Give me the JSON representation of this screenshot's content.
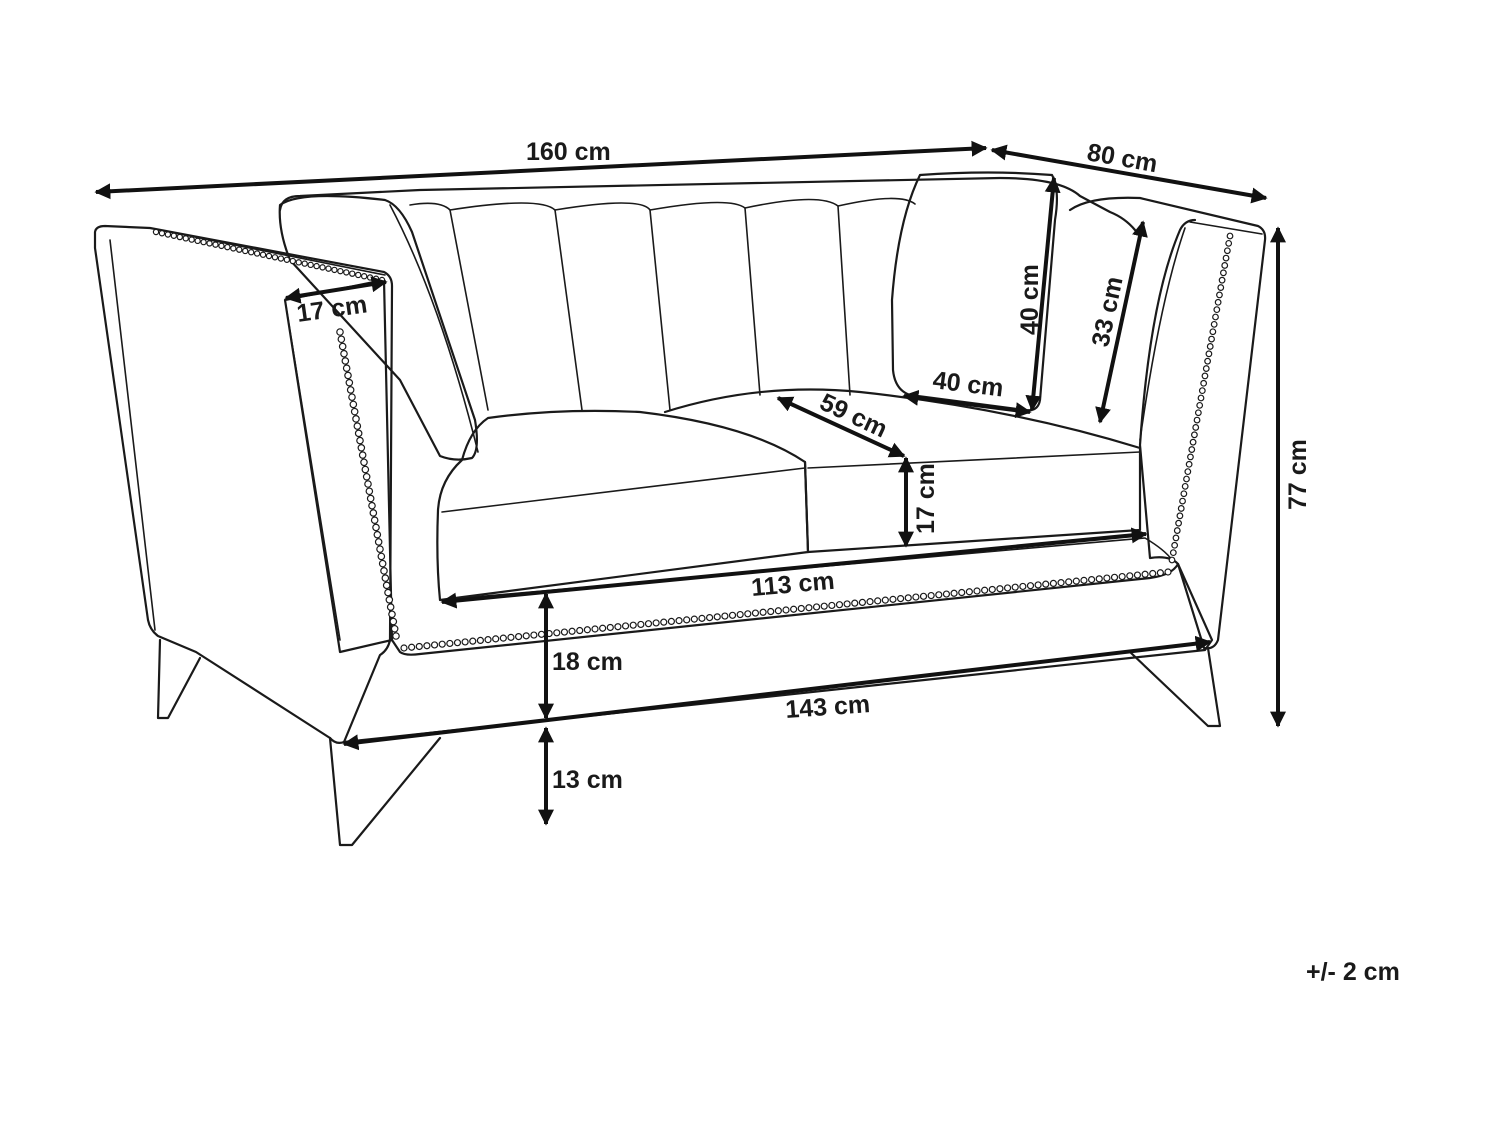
{
  "dimensions": {
    "total_width": "160 cm",
    "depth": "80 cm",
    "armrest_width": "17 cm",
    "cushion_height": "40 cm",
    "backrest_height": "33 cm",
    "cushion_width": "40 cm",
    "seat_depth": "59 cm",
    "seat_cushion_height": "17 cm",
    "seat_width": "113 cm",
    "seat_height_above_base": "18 cm",
    "inner_width_between_legs": "143 cm",
    "leg_height": "13 cm",
    "total_height": "77 cm"
  },
  "tolerance": "+/- 2 cm",
  "colors": {
    "line": "#1a1a1a",
    "background": "#ffffff"
  }
}
